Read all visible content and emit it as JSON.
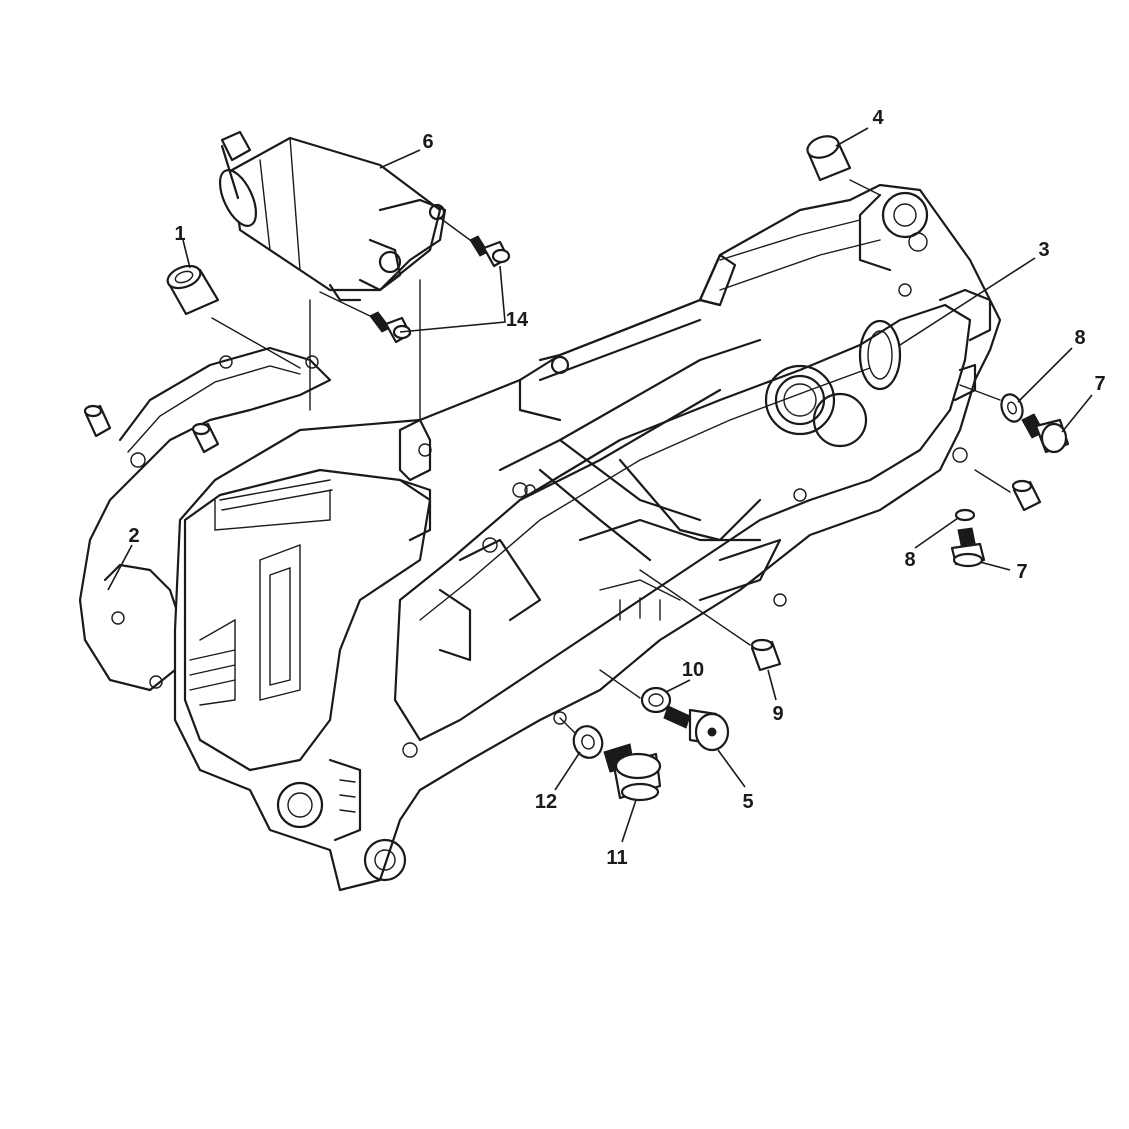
{
  "diagram": {
    "callouts": [
      {
        "id": "c1",
        "label": "1"
      },
      {
        "id": "c2",
        "label": "2"
      },
      {
        "id": "c3",
        "label": "3"
      },
      {
        "id": "c4",
        "label": "4"
      },
      {
        "id": "c5",
        "label": "5"
      },
      {
        "id": "c6",
        "label": "6"
      },
      {
        "id": "c7a",
        "label": "7"
      },
      {
        "id": "c7b",
        "label": "7"
      },
      {
        "id": "c8a",
        "label": "8"
      },
      {
        "id": "c8b",
        "label": "8"
      },
      {
        "id": "c9",
        "label": "9"
      },
      {
        "id": "c10",
        "label": "10"
      },
      {
        "id": "c11",
        "label": "11"
      },
      {
        "id": "c12",
        "label": "12"
      },
      {
        "id": "c14",
        "label": "14"
      }
    ]
  }
}
